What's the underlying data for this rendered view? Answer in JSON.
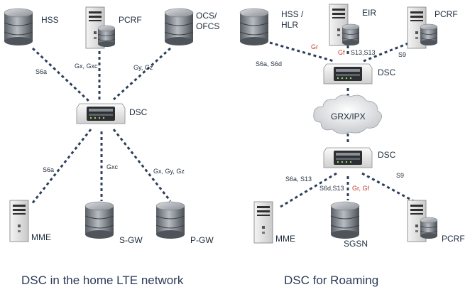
{
  "left_diagram": {
    "caption": "DSC in the home LTE network",
    "nodes": {
      "hss": "HSS",
      "pcrf": "PCRF",
      "ocs_line1": "OCS/",
      "ocs_line2": "OFCS",
      "dsc": "DSC",
      "mme": "MME",
      "sgw": "S-GW",
      "pgw": "P-GW"
    },
    "interfaces": {
      "hss_dsc": "S6a",
      "pcrf_dsc": "Gx, Gxc",
      "ocs_dsc": "Gy, Gz",
      "dsc_mme": "S6a",
      "dsc_sgw": "Gxc",
      "dsc_pgw": "Gx, Gy, Gz"
    }
  },
  "right_diagram": {
    "caption": "DSC for Roaming",
    "nodes": {
      "hss_line1": "HSS /",
      "hss_line2": "HLR",
      "eir": "EIR",
      "pcrf_top": "PCRF",
      "dsc_top": "DSC",
      "grx": "GRX/IPX",
      "dsc_bottom": "DSC",
      "mme": "MME",
      "sgsn": "SGSN",
      "pcrf_bottom": "PCRF"
    },
    "interfaces": {
      "hss_dsc_black": "S6a, S6d",
      "hss_dsc_red": "Gr",
      "eir_dsc_red": "Gf",
      "eir_dsc_black": "S13,S13",
      "pcrf_dsc": "S9",
      "dsc_mme": "S6a, S13",
      "dsc_sgsn_black": "S6d,S13",
      "dsc_sgsn_red": "Gr, Gf",
      "dsc_pcrf": "S9"
    }
  },
  "colors": {
    "link": "#2c3e5a",
    "accent_red": "#c0392b",
    "caption": "#2b3a55"
  }
}
